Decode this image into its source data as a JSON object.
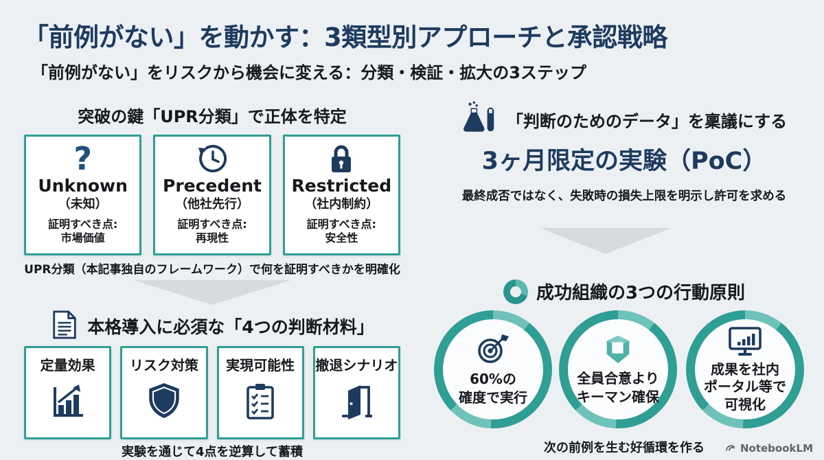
{
  "header": {
    "title": "「前例がない」を動かす：3類型別アプローチと承認戦略",
    "subtitle": "「前例がない」をリスクから機会に変える：分類・検証・拡大の3ステップ"
  },
  "left": {
    "upr": {
      "heading": "突破の鍵「UPR分類」で正体を特定",
      "cards": [
        {
          "icon": "question-icon",
          "name": "Unknown",
          "name_ja": "（未知）",
          "prove_label": "証明すべき点:",
          "prove_value": "市場価値"
        },
        {
          "icon": "history-icon",
          "name": "Precedent",
          "name_ja": "（他社先行）",
          "prove_label": "証明すべき点:",
          "prove_value": "再現性"
        },
        {
          "icon": "lock-icon",
          "name": "Restricted",
          "name_ja": "（社内制約）",
          "prove_label": "証明すべき点:",
          "prove_value": "安全性"
        }
      ],
      "caption": "UPR分類（本記事独自のフレームワーク）で何を証明すべきかを明確化"
    },
    "materials": {
      "heading": "本格導入に必須な「4つの判断材料」",
      "cards": [
        {
          "icon": "bar-chart-icon",
          "label": "定量効果"
        },
        {
          "icon": "shield-icon",
          "label": "リスク対策"
        },
        {
          "icon": "checklist-icon",
          "label": "実現可能性"
        },
        {
          "icon": "door-icon",
          "label": "撤退シナリオ"
        }
      ],
      "caption": "実験を通じて4点を逆算して蓄積"
    }
  },
  "right": {
    "poc": {
      "heading": "「判断のためのデータ」を稟議にする",
      "title": "3ヶ月限定の実験（PoC）",
      "caption": "最終成否ではなく、失敗時の損失上限を明示し許可を求める"
    },
    "principles": {
      "heading": "成功組織の3つの行動原則",
      "items": [
        {
          "icon": "target-icon",
          "lines": [
            "60%の",
            "確度で実行",
            ""
          ]
        },
        {
          "icon": "cube-icon",
          "lines": [
            "全員合意より",
            "キーマン確保",
            ""
          ]
        },
        {
          "icon": "monitor-chart-icon",
          "lines": [
            "成果を社内",
            "ポータル等で",
            "可視化"
          ]
        }
      ],
      "caption": "次の前例を生む好循環を作る"
    }
  },
  "footer": {
    "watermark": "NotebookLM"
  },
  "colors": {
    "background": "#edf0f3",
    "navy": "#1d3b5e",
    "teal": "#2f9e94",
    "teal_light": "#6fc2ba",
    "arrow": "#d7dbe0",
    "card_bg": "#ffffff",
    "text": "#17191c"
  }
}
